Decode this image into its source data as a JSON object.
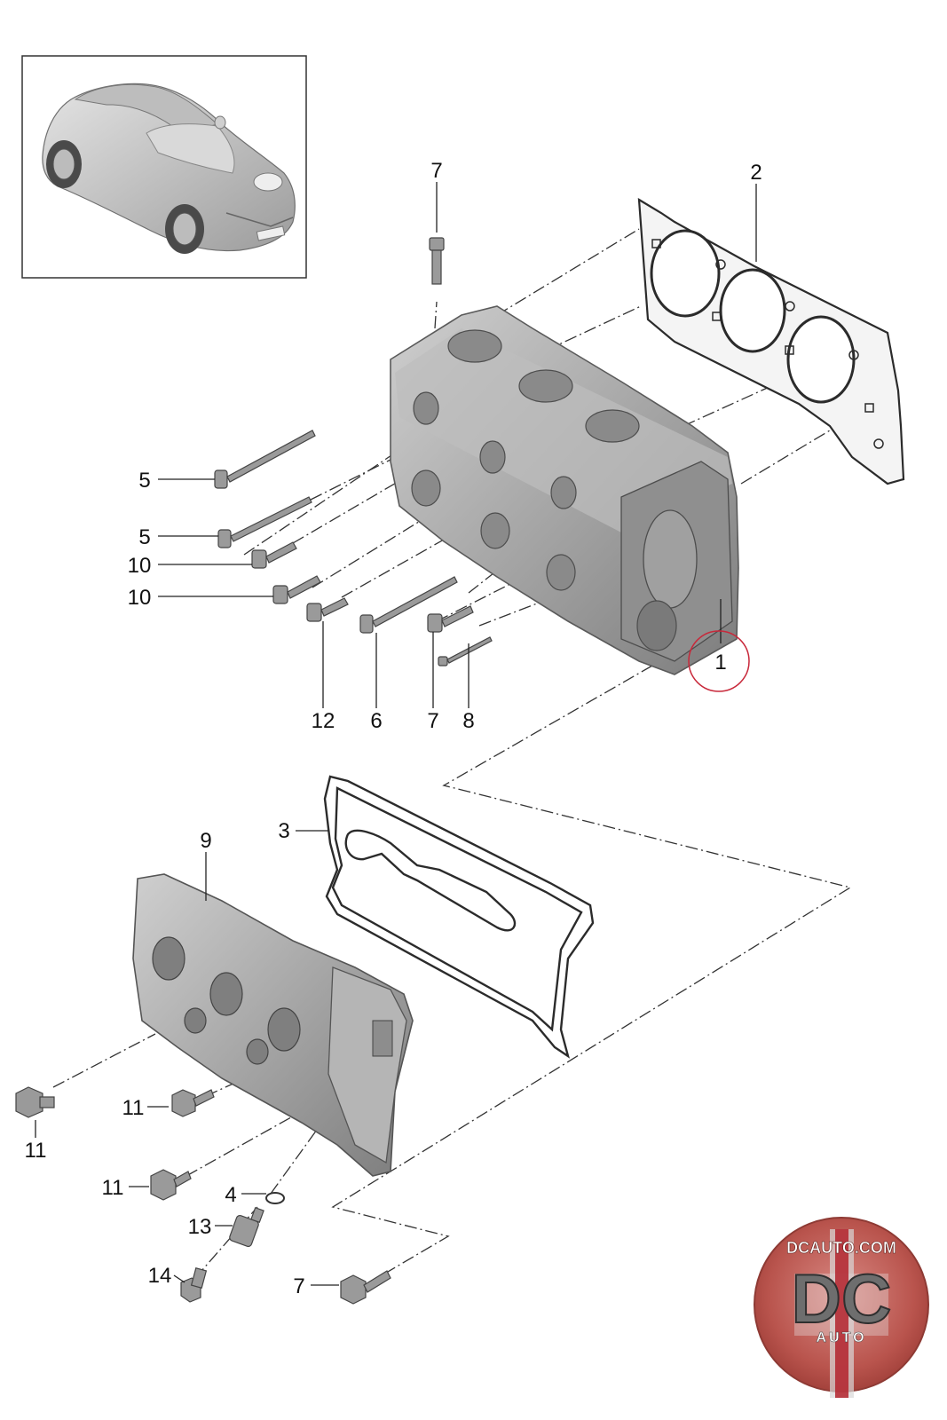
{
  "diagram": {
    "callouts": [
      {
        "id": "c7-top",
        "label": "7"
      },
      {
        "id": "c2",
        "label": "2"
      },
      {
        "id": "c5a",
        "label": "5"
      },
      {
        "id": "c5b",
        "label": "5"
      },
      {
        "id": "c10a",
        "label": "10"
      },
      {
        "id": "c10b",
        "label": "10"
      },
      {
        "id": "c12",
        "label": "12"
      },
      {
        "id": "c6",
        "label": "6"
      },
      {
        "id": "c7-mid",
        "label": "7"
      },
      {
        "id": "c8",
        "label": "8"
      },
      {
        "id": "c1",
        "label": "1"
      },
      {
        "id": "c3",
        "label": "3"
      },
      {
        "id": "c9",
        "label": "9"
      },
      {
        "id": "c11a",
        "label": "11"
      },
      {
        "id": "c11b",
        "label": "11"
      },
      {
        "id": "c11c",
        "label": "11"
      },
      {
        "id": "c4",
        "label": "4"
      },
      {
        "id": "c13",
        "label": "13"
      },
      {
        "id": "c14",
        "label": "14"
      },
      {
        "id": "c7-bot",
        "label": "7"
      }
    ],
    "highlighted_callout": "1",
    "colors": {
      "highlight_ring": "#c8283a",
      "part_fill": "#a9a9a9",
      "part_dark": "#6b6b6b",
      "line": "#222222"
    }
  },
  "logo": {
    "top_text": "DCAUTO.COM",
    "monogram": "DC",
    "bottom_text": "AUTO"
  }
}
